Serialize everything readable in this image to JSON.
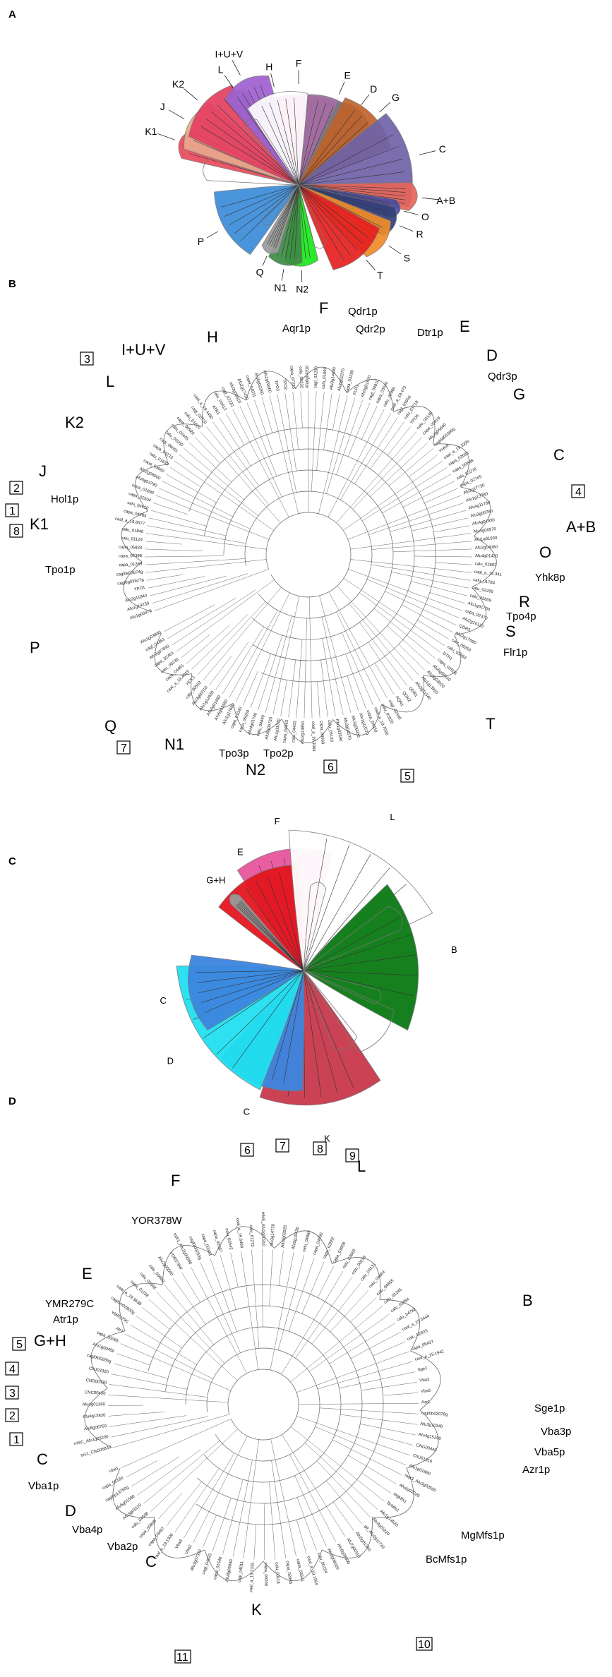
{
  "panels": {
    "A": {
      "label": "A",
      "clades": [
        {
          "name": "F",
          "color": "#e8559c",
          "angle": 90,
          "length": 130,
          "width": 36
        },
        {
          "name": "E",
          "color": "#9c6fa0",
          "angle": 66,
          "length": 128,
          "width": 22
        },
        {
          "name": "D",
          "color": "#7a7a7a",
          "angle": 52,
          "length": 130,
          "width": 14
        },
        {
          "name": "G",
          "color": "#c0632c",
          "angle": 42,
          "length": 140,
          "width": 22
        },
        {
          "name": "C",
          "color": "#6f62a8",
          "angle": 14,
          "length": 160,
          "width": 28
        },
        {
          "name": "A+B",
          "color": "#e8665a",
          "angle": -6,
          "length": 160,
          "width": 8
        },
        {
          "name": "O",
          "color": "#4a4ea0",
          "angle": -14,
          "length": 140,
          "width": 6
        },
        {
          "name": "R",
          "color": "#34407a",
          "angle": -22,
          "length": 140,
          "width": 10
        },
        {
          "name": "S",
          "color": "#f08c28",
          "angle": -34,
          "length": 140,
          "width": 14
        },
        {
          "name": "T",
          "color": "#e62020",
          "angle": -48,
          "length": 130,
          "width": 22
        },
        {
          "name": "N2",
          "color": "#1ae81a",
          "angle": -88,
          "length": 110,
          "width": 14
        },
        {
          "name": "N1",
          "color": "#3e8a44",
          "angle": -100,
          "length": 110,
          "width": 14
        },
        {
          "name": "Q",
          "color": "#9a9a9a",
          "angle": -114,
          "length": 100,
          "width": 8
        },
        {
          "name": "P",
          "color": "#3a8cd8",
          "angle": -150,
          "length": 120,
          "width": 28
        },
        {
          "name": "K1",
          "color": "#e84a5c",
          "angle": 160,
          "length": 170,
          "width": 8
        },
        {
          "name": "J",
          "color": "#eba88c",
          "angle": 150,
          "length": 170,
          "width": 14
        },
        {
          "name": "K2",
          "color": "#e44060",
          "angle": 140,
          "length": 170,
          "width": 18
        },
        {
          "name": "L",
          "color": "#9a9a9a",
          "angle": 124,
          "length": 150,
          "width": 6
        },
        {
          "name": "I+U+V",
          "color": "#a060d0",
          "angle": 118,
          "length": 160,
          "width": 14
        },
        {
          "name": "H",
          "color": "#ffffff",
          "angle": 104,
          "length": 130,
          "width": 22
        }
      ]
    },
    "B": {
      "label": "B",
      "clades": [
        "H",
        "I+U+V",
        "L",
        "K2",
        "J",
        "K1",
        "P",
        "Q",
        "N1",
        "N2",
        "T",
        "S",
        "R",
        "O",
        "A+B",
        "C",
        "G",
        "D",
        "E",
        "F"
      ],
      "proteins": [
        "Aqr1p",
        "Qdr1p",
        "Qdr2p",
        "Dtr1p",
        "Qdr3p",
        "Hol1p",
        "Tpo1p",
        "Yhk8p",
        "Tpo4p",
        "Flr1p",
        "Tpo3p",
        "Tpo2p"
      ],
      "boxes": [
        "1",
        "2",
        "3",
        "4",
        "5",
        "6",
        "7",
        "8"
      ],
      "leaves": [
        "Afu1g00370",
        "Afu1g14230",
        "Afu2g11840",
        "TPO1",
        "cagl0g03927g",
        "cagl0e03674g",
        "capa_01289",
        "capa_04398",
        "capa_05833",
        "calu_01124",
        "calu_01840",
        "caal_a_19.6577",
        "capa_04285",
        "calu_04610",
        "capa_02504",
        "capa_01890",
        "Afu6g03790",
        "Afu2g08000",
        "capa_03960",
        "calu_01639",
        "capa_04213",
        "cagl_06001",
        "calu_01050",
        "calu_00445",
        "capa_00920",
        "calu_01820",
        "cagl_00720",
        "caal_a_19.4450",
        "ATR1",
        "calu_03412",
        "cagl_02220",
        "Afu3g08610",
        "Afu2g17430",
        "capa_04911",
        "Afu5g02260",
        "Afu2g09060",
        "TPO3",
        "TPO2",
        "capa_07225",
        "calu_06232",
        "Afu6g04310",
        "cagl_01200",
        "calu_01990",
        "Afu3g14690",
        "Afu6g02270",
        "capa_03290",
        "FLR1",
        "Afu5g01520",
        "cagl_04810",
        "capa_03040",
        "calu_02960",
        "caal_a_19.473",
        "cagl_05950",
        "calu_03719",
        "TPO4",
        "calu_03135",
        "capa_00919",
        "Afu2g05840",
        "cagl0d00360g",
        "YHK8",
        "caal_a_19.3395",
        "capa_02684",
        "capa_00888",
        "calu_02278",
        "capa_02745",
        "Afu3g17730",
        "Afu1g13780",
        "Afu4g11780",
        "Afu3g00780",
        "Afu4g01930",
        "Afu4g00570",
        "Afu1g01930",
        "Afu2g04080",
        "Afu4g01420",
        "calu_02603",
        "caal_a_19.341",
        "calu_01784",
        "calu_02295",
        "calu_05609",
        "Afu1g01700",
        "capa_02370",
        "Afu2g10120",
        "QDR3",
        "Afu2g17660",
        "calu_05263",
        "calu_03583",
        "DTR1",
        "capa_02505",
        "Afu5g09810",
        "Afu5g03020",
        "Afu1g13920",
        "Afu3g11340",
        "QDR1",
        "QDR2",
        "AQR1",
        "cagl_02440",
        "calu_02820",
        "caal_a_19.7036",
        "capa_04450",
        "Afu1g12570",
        "Afu3g06930",
        "Afu3g04570",
        "Afu1g03390",
        "calu_05133",
        "capa_04060",
        "caal_a_19.3064",
        "Afu2g13850",
        "calu_04431",
        "capa_04963",
        "Afu1g11370",
        "Afu6g06730",
        "calu_04840",
        "Afu4g01740",
        "capa_05650",
        "capa_01040",
        "Afu1g17680",
        "Afu6g03580",
        "Afu4g01480",
        "Afu1g12630",
        "Afu3g00310",
        "calu_00502",
        "HOL1",
        "caal_a_19.4015",
        "capa_04461",
        "calu_06230",
        "capa_02461",
        "Afu8g07830",
        "cagl_04461",
        "Afu1g03860"
      ]
    },
    "C": {
      "label": "C",
      "clades": [
        {
          "name": "F",
          "color": "#e8559c",
          "angle": 100,
          "length": 170,
          "width": 26
        },
        {
          "name": "E",
          "color": "#e41620",
          "angle": 118,
          "length": 150,
          "width": 28
        },
        {
          "name": "G+H",
          "color": "#9a9a9a",
          "angle": 134,
          "length": 140,
          "width": 4
        },
        {
          "name": "L",
          "color": "#ffffff",
          "angle": 60,
          "length": 200,
          "width": 40
        },
        {
          "name": "B",
          "color": "#0a7a14",
          "angle": 8,
          "length": 170,
          "width": 42
        },
        {
          "name": "K",
          "color": "#c9384c",
          "angle": -82,
          "length": 190,
          "width": 30
        },
        {
          "name": "C",
          "color": "#3c86e0",
          "angle": -112,
          "length": 170,
          "width": 24
        },
        {
          "name": "D",
          "color": "#22e0f0",
          "angle": -146,
          "length": 180,
          "width": 40
        },
        {
          "name": "C",
          "color": "#3c86e0",
          "angle": -168,
          "length": 160,
          "width": 22
        }
      ]
    },
    "D": {
      "label": "D",
      "clades": [
        "F",
        "L",
        "B",
        "K",
        "C",
        "D",
        "C",
        "G+H",
        "E"
      ],
      "proteins": [
        "YOR378W",
        "YMR279C",
        "Atr1p",
        "Sge1p",
        "Vba3p",
        "Vba5p",
        "Azr1p",
        "MgMfs1p",
        "BcMfs1p",
        "Vba2p",
        "Vba4p",
        "Vba1p"
      ],
      "boxes": [
        "1",
        "2",
        "3",
        "4",
        "5",
        "6",
        "7",
        "8",
        "9",
        "10",
        "11"
      ],
      "leaves": [
        "trix1_CNC06830",
        "mfsC_Afu1g03200",
        "Afu8g06760",
        "Afu4g13820",
        "Afu4g01360",
        "CNC00450",
        "CND00330",
        "CNJ03320",
        "cagl0l00285g",
        "Afu1g00450",
        "capa_00065",
        "Atr1",
        "YMR279C",
        "cagl0m03902g",
        "caal_a_19.3638",
        "capa_01198",
        "calu_03348",
        "calu_03680",
        "Afu2g00590",
        "YOR378W",
        "mdr1_Afu2g00580",
        "cagl0j00253g",
        "capa_00343",
        "capa_02587",
        "calu_03542",
        "caal_a_19.6409",
        "calu_01273",
        "mfsE_Afu2g00310",
        "Afu3g14720",
        "Afu3g02920",
        "Afu5g10430",
        "calu_04869",
        "capa_04930",
        "capa_02852",
        "capa_03958",
        "calu_03660",
        "calu_00219",
        "calu_04131",
        "calu_04864",
        "calu_04865",
        "calu_01285",
        "calu_03884",
        "calu_04782",
        "caal_a_19.3444",
        "calu_02833",
        "capa_05437",
        "caal_a_19.1942",
        "Sge1",
        "Vba3",
        "Vba5",
        "Azr1",
        "cagl0b02079g",
        "Afu3g10340",
        "Afu4g15290",
        "CNG00440",
        "CNJ01310",
        "Afu1g01690",
        "mdr3_Afu3g03500",
        "Afu6g02220",
        "MgMfs1",
        "BcMfs1",
        "Afu1g14520",
        "Afu3g01820",
        "glt_Afu2g11730",
        "Afu5g01300",
        "Afu7g00110",
        "Afu6g08300",
        "Afu8g08020",
        "calu_00154",
        "caal_a_19.1564",
        "capa_03541",
        "capa_02988",
        "calu_00118",
        "capa_00209",
        "caal_a_19.7335",
        "cagl_04011",
        "Afu8g06940",
        "capa_01540",
        "cagl_04633",
        "Afu3g07330",
        "Vba2",
        "Vba4",
        "caal_a_19.1306",
        "capa_03487",
        "capa_00809",
        "calu_04586",
        "Afu3g03110",
        "Afu5g01580",
        "cagl0p13750g",
        "capa_05180",
        "Vba1"
      ]
    }
  },
  "colors": {
    "branch": "#555555",
    "outline": "#666666",
    "text": "#000000"
  }
}
